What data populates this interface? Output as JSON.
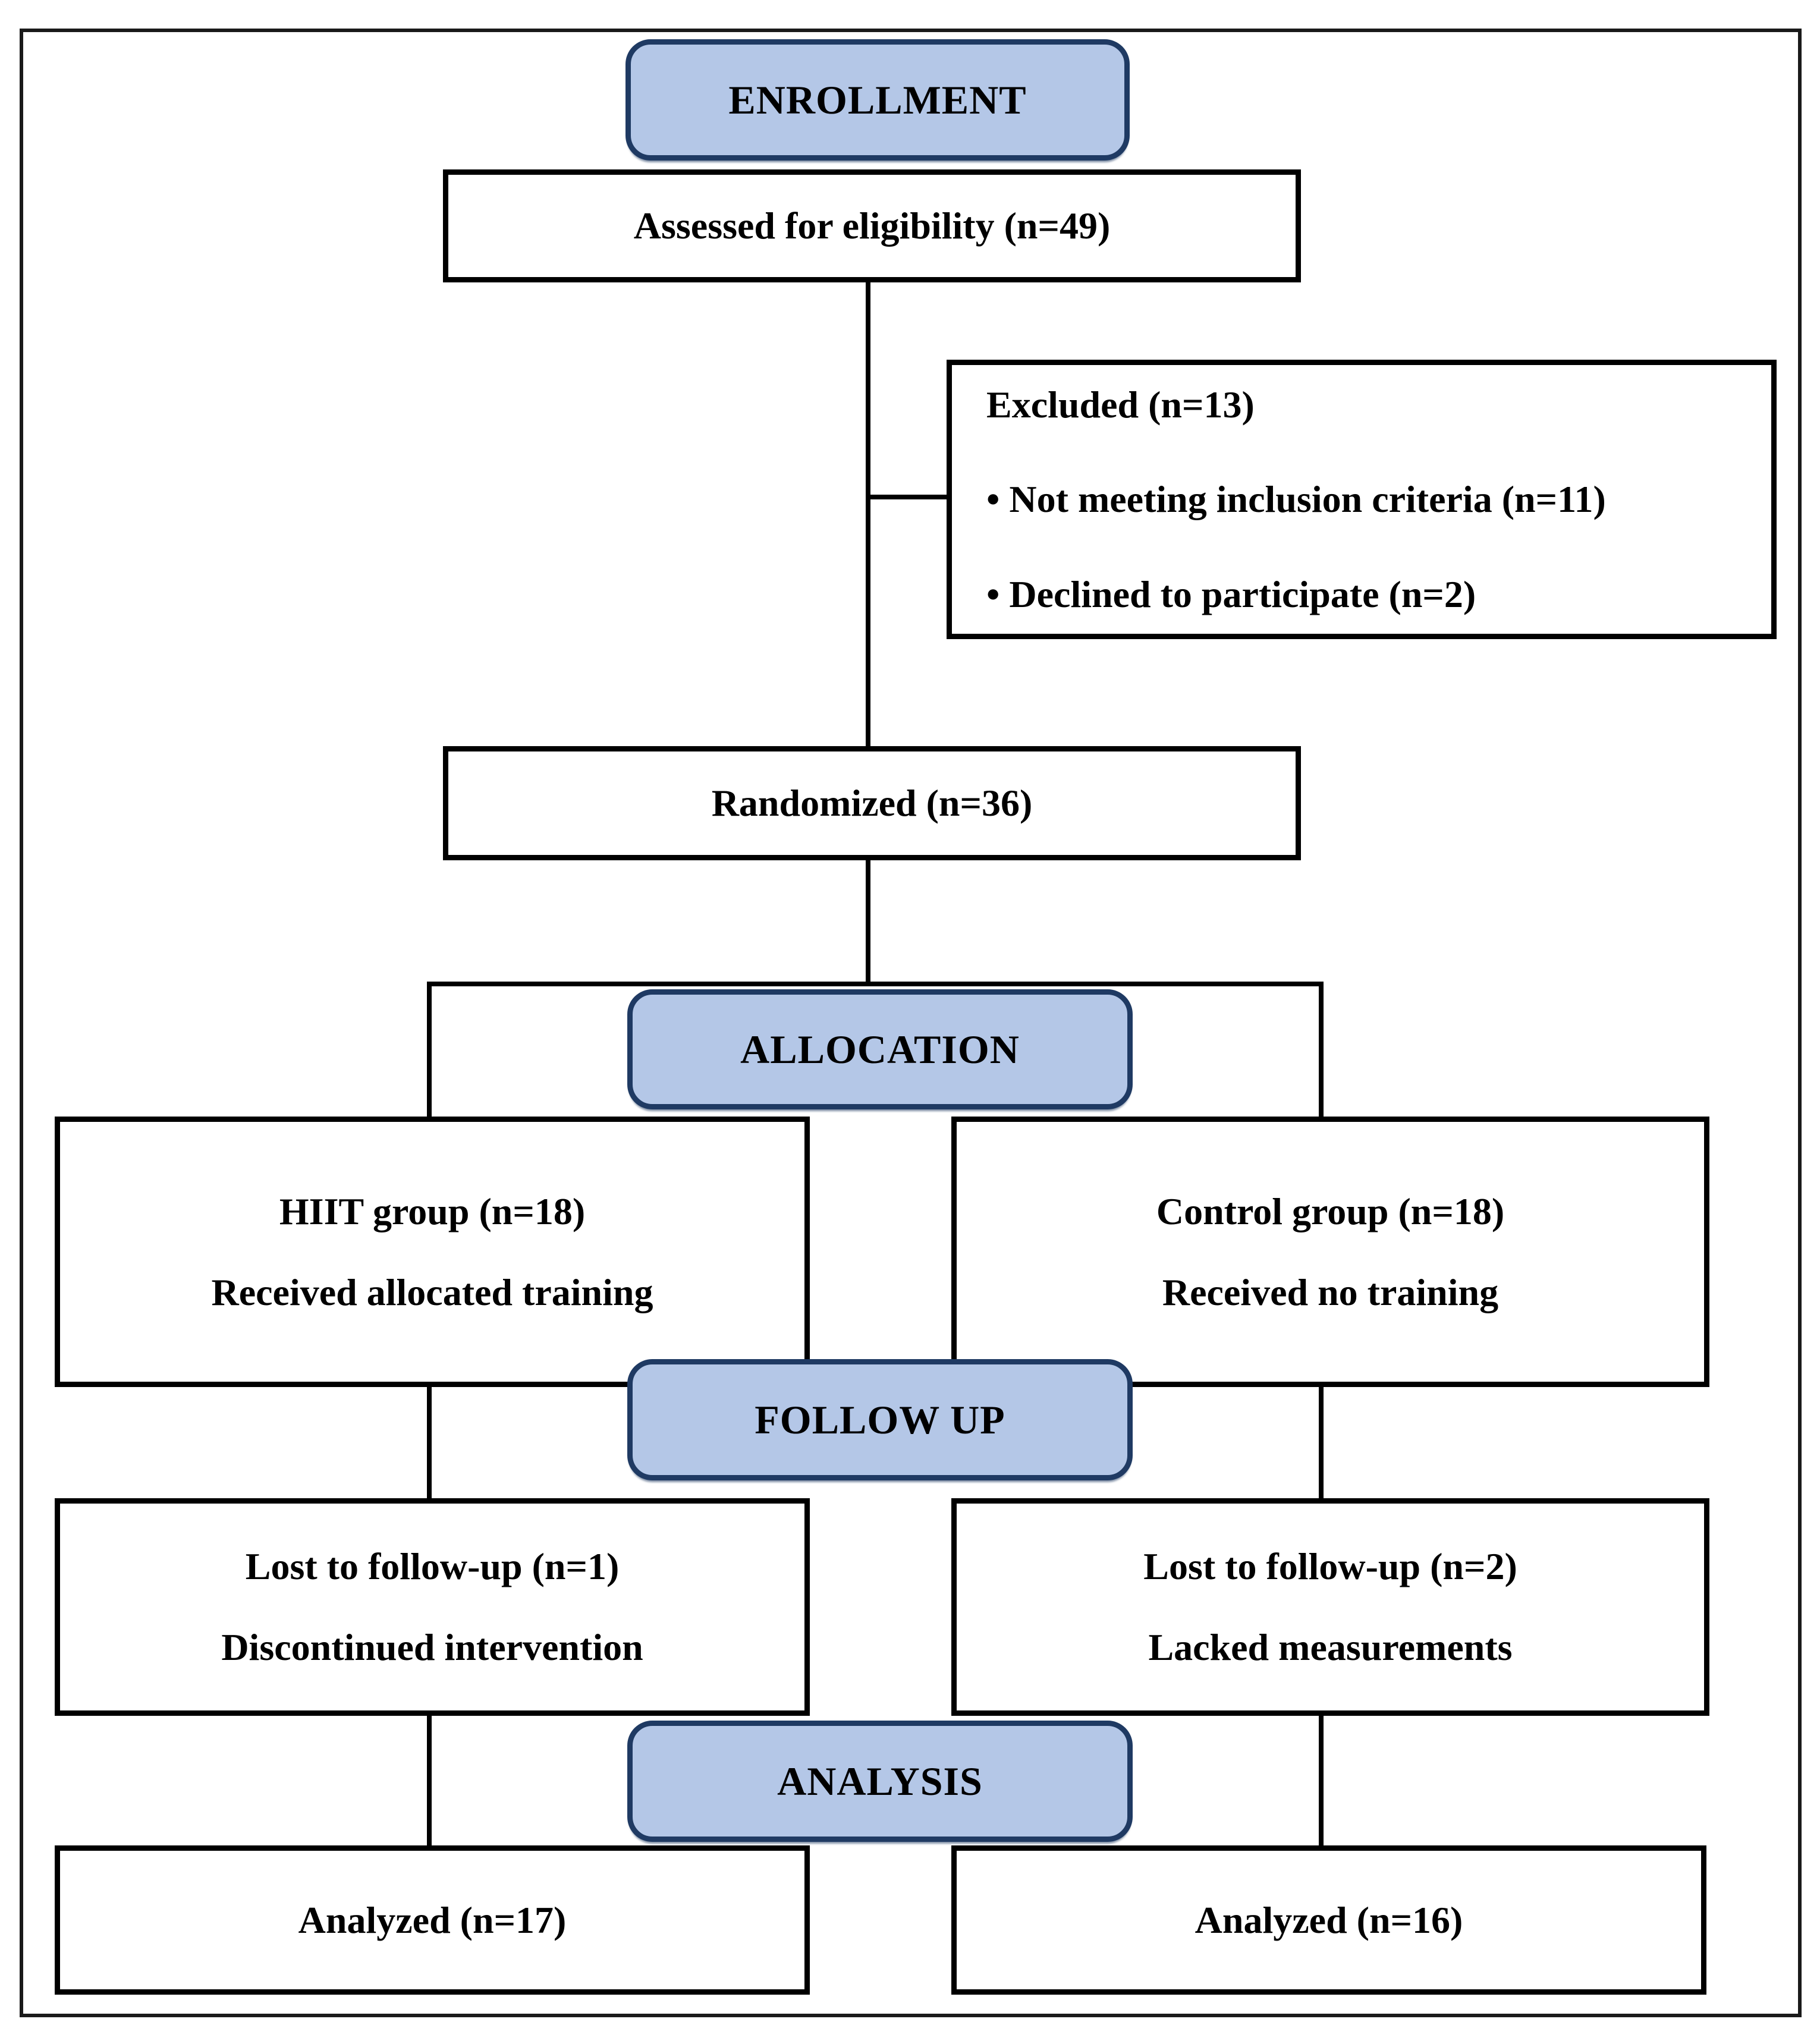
{
  "diagram": {
    "title_stages": [
      {
        "label": "ENROLLMENT"
      },
      {
        "label": "ALLOCATION"
      },
      {
        "label": "FOLLOW UP"
      },
      {
        "label": "ANALYSIS"
      }
    ],
    "boxes": {
      "assessed": {
        "text": "Assessed for eligibility (n=49)"
      },
      "excluded": {
        "title": "Excluded (n=13)",
        "items": [
          "• Not meeting inclusion criteria (n=11)",
          "• Declined to participate (n=2)"
        ]
      },
      "randomized": {
        "text": "Randomized (n=36)"
      },
      "hiit": {
        "line1": "HIIT group (n=18)",
        "line2": "Received allocated training"
      },
      "control": {
        "line1": "Control group (n=18)",
        "line2": "Received no training"
      },
      "lost_hiit": {
        "line1": "Lost to follow-up (n=1)",
        "line2": "Discontinued intervention"
      },
      "lost_control": {
        "line1": "Lost to follow-up (n=2)",
        "line2": "Lacked measurements"
      },
      "analyzed_hiit": {
        "text": "Analyzed (n=17)"
      },
      "analyzed_control": {
        "text": "Analyzed (n=16)"
      }
    },
    "colors": {
      "stage_fill": "#b4c7e7",
      "stage_border": "#1f3a63",
      "box_border": "#000000",
      "line": "#000000"
    }
  }
}
